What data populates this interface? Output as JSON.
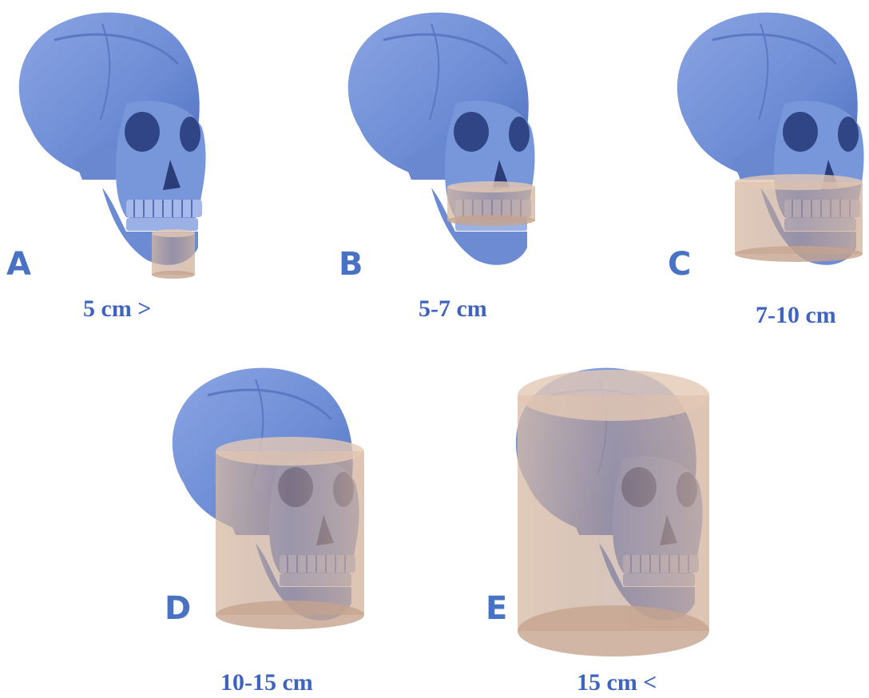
{
  "figure": {
    "panels": [
      {
        "letter": "A",
        "caption": "5 cm >"
      },
      {
        "letter": "B",
        "caption": "5-7 cm"
      },
      {
        "letter": "C",
        "caption": "7-10 cm"
      },
      {
        "letter": "D",
        "caption": "10-15 cm"
      },
      {
        "letter": "E",
        "caption": "15 cm <"
      }
    ]
  },
  "colors": {
    "skull": "#6f8fd6",
    "skull_dark": "#4a66b3",
    "fov_fill": "#c9a992",
    "label": "#4a72c4"
  }
}
